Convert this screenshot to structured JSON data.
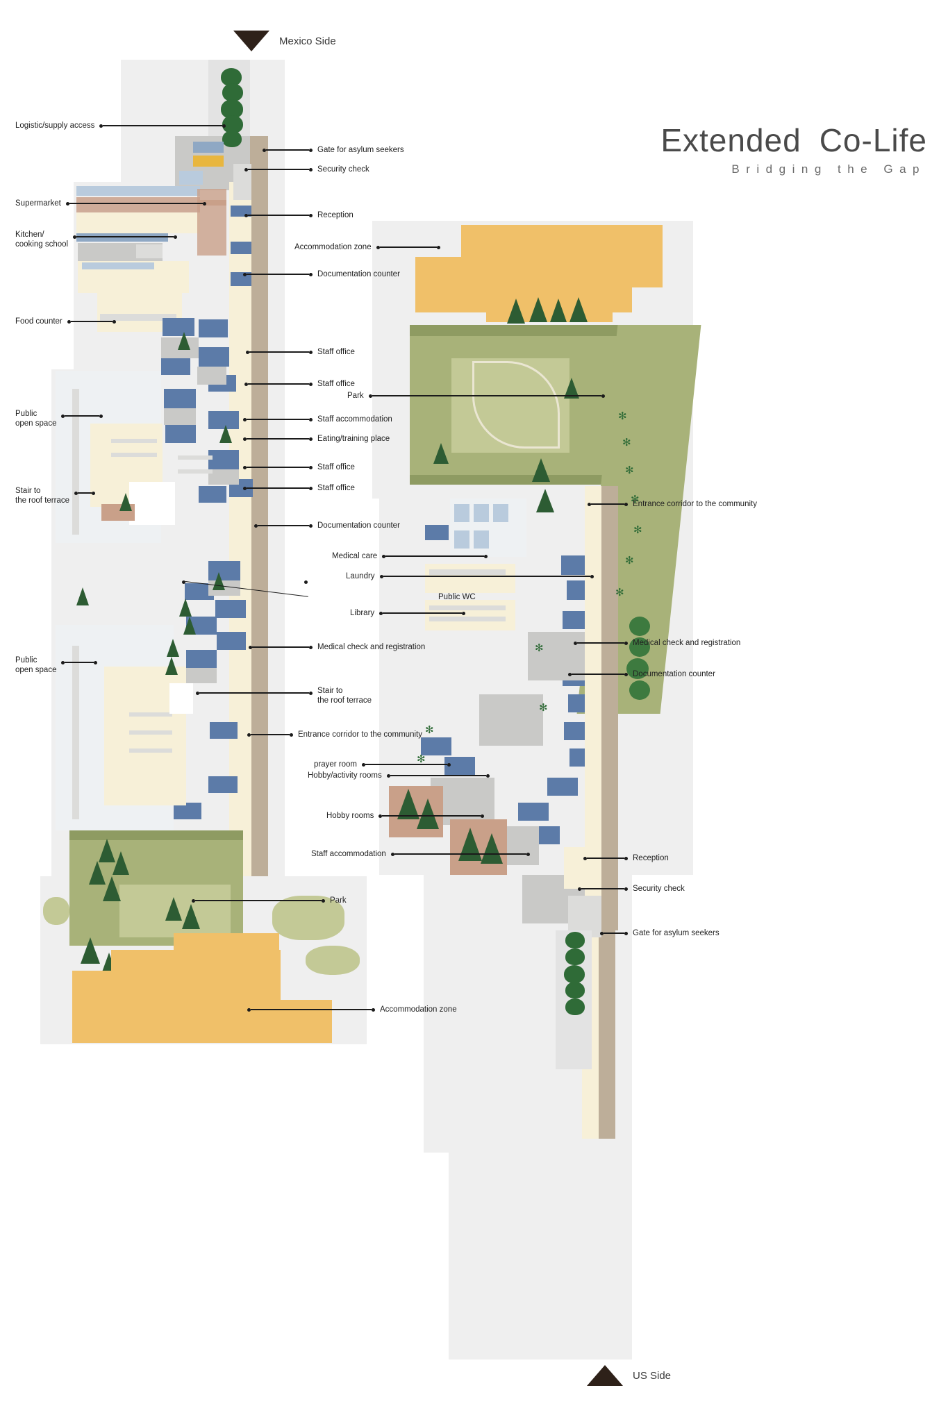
{
  "title": {
    "main_left": "Extended",
    "main_right": "Co-Life",
    "subtitle": "Bridging the Gap"
  },
  "side_markers": [
    {
      "name": "mexico-side",
      "label": "Mexico Side",
      "direction": "down",
      "position": "top"
    },
    {
      "name": "us-side",
      "label": "US Side",
      "direction": "up",
      "position": "bottom"
    }
  ],
  "annotations": {
    "left_column": [
      {
        "id": "logistic-supply-access",
        "label": "Logistic/supply access"
      },
      {
        "id": "supermarket",
        "label": "Supermarket"
      },
      {
        "id": "kitchen-cooking-school",
        "label": "Kitchen/\ncooking school"
      },
      {
        "id": "food-counter",
        "label": "Food counter"
      },
      {
        "id": "public-open-space-upper",
        "label": "Public\nopen space"
      },
      {
        "id": "stair-to-roof-terrace-left",
        "label": "Stair to\nthe roof terrace"
      },
      {
        "id": "public-open-space-lower",
        "label": "Public\nopen space"
      }
    ],
    "center_column": [
      {
        "id": "gate-for-asylum-seekers-mx",
        "label": "Gate for asylum seekers"
      },
      {
        "id": "security-check-mx",
        "label": "Security check"
      },
      {
        "id": "reception-mx",
        "label": "Reception"
      },
      {
        "id": "accommodation-zone-top",
        "label": "Accommodation zone"
      },
      {
        "id": "documentation-counter-top",
        "label": "Documentation counter"
      },
      {
        "id": "staff-office-1",
        "label": "Staff office"
      },
      {
        "id": "staff-office-2",
        "label": "Staff office"
      },
      {
        "id": "staff-accommodation-mid",
        "label": "Staff accommodation"
      },
      {
        "id": "eating-training-place",
        "label": "Eating/training place"
      },
      {
        "id": "staff-office-3",
        "label": "Staff office"
      },
      {
        "id": "staff-office-4",
        "label": "Staff office"
      },
      {
        "id": "documentation-counter-mid",
        "label": "Documentation counter"
      },
      {
        "id": "public-wc",
        "label": "Public WC"
      },
      {
        "id": "medical-check-and-registration-mid",
        "label": "Medical check and registration"
      },
      {
        "id": "stair-to-roof-terrace-mid",
        "label": "Stair to\nthe roof terrace"
      },
      {
        "id": "entrance-corridor-to-the-community-mid",
        "label": "Entrance corridor to the community"
      },
      {
        "id": "medical-care",
        "label": "Medical care"
      },
      {
        "id": "laundry",
        "label": "Laundry"
      },
      {
        "id": "library",
        "label": "Library"
      },
      {
        "id": "park-right",
        "label": "Park"
      },
      {
        "id": "prayer-room",
        "label": "prayer room"
      },
      {
        "id": "hobby-activity-rooms",
        "label": "Hobby/activity rooms"
      },
      {
        "id": "hobby-rooms",
        "label": "Hobby rooms"
      },
      {
        "id": "staff-accommodation-bottom",
        "label": "Staff accommodation"
      },
      {
        "id": "park-left",
        "label": "Park"
      },
      {
        "id": "accommodation-zone-bottom",
        "label": "Accommodation zone"
      }
    ],
    "right_column": [
      {
        "id": "entrance-corridor-to-the-community-right",
        "label": "Entrance corridor to the community"
      },
      {
        "id": "medical-check-and-registration-right",
        "label": "Medical check and registration"
      },
      {
        "id": "documentation-counter-right",
        "label": "Documentation counter"
      },
      {
        "id": "reception-us",
        "label": "Reception"
      },
      {
        "id": "security-check-us",
        "label": "Security check"
      },
      {
        "id": "gate-for-asylum-seekers-us",
        "label": "Gate for asylum seekers"
      }
    ]
  },
  "colors": {
    "background": "#ffffff",
    "plate_grey": "#efefef",
    "building_cream": "#f7f0d8",
    "building_blue": "#5c7ba8",
    "building_tan": "#bdae99",
    "green_lawn": "#a8b279",
    "accommodation_orange": "#f0c069",
    "marker_dark": "#2e2119",
    "text": "#222222"
  }
}
